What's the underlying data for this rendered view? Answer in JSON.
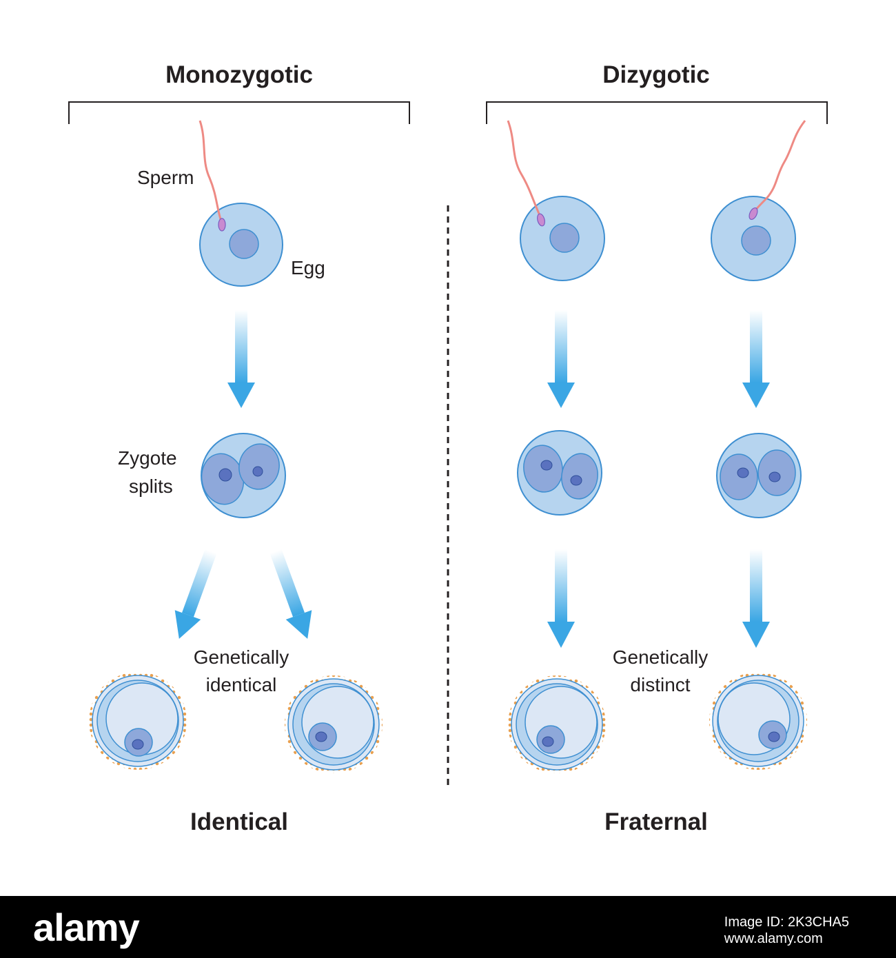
{
  "headings": {
    "monozygotic": "Monozygotic",
    "dizygotic": "Dizygotic",
    "identical": "Identical",
    "fraternal": "Fraternal"
  },
  "labels": {
    "sperm": "Sperm",
    "egg": "Egg",
    "zygote_line1": "Zygote",
    "zygote_line2": "splits",
    "gen_identical_line1": "Genetically",
    "gen_identical_line2": "identical",
    "gen_distinct_line1": "Genetically",
    "gen_distinct_line2": "distinct"
  },
  "footer": {
    "brand": "alamy",
    "image_id_label": "Image ID: 2K3CHA5",
    "url": "www.alamy.com"
  },
  "colors": {
    "cell_fill": "#b6d4ef",
    "cell_stroke": "#3e8fd1",
    "nucleus_fill": "#8ea8da",
    "nucleolus_fill": "#5a72bf",
    "sperm": "#ee8a84",
    "arrow": "#3aa6e4",
    "membrane_dots": "#e8a050"
  }
}
